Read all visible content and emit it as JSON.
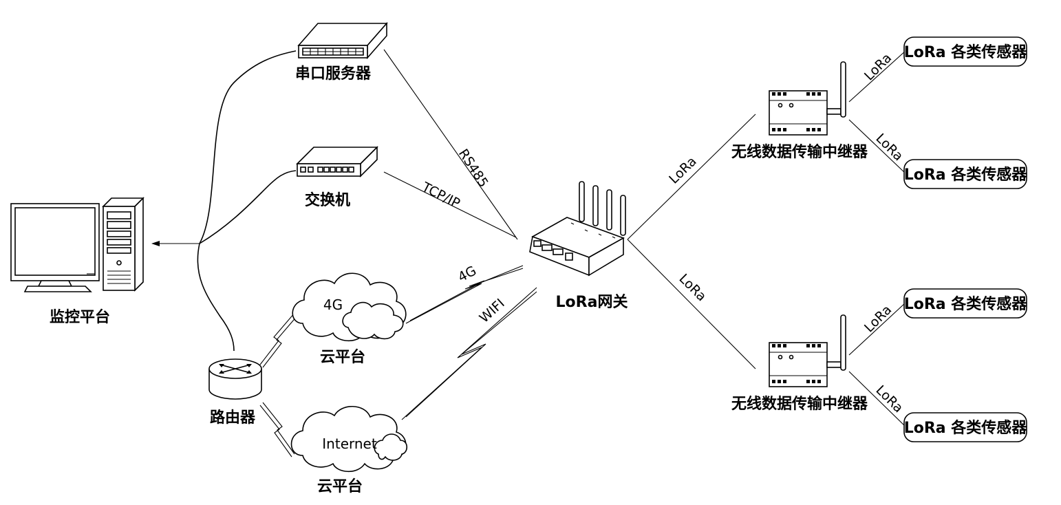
{
  "nodes": {
    "monitor_platform": "监控平台",
    "serial_server": "串口服务器",
    "switch": "交换机",
    "router": "路由器",
    "cloud_4g_text": "4G",
    "cloud_4g_label": "云平台",
    "cloud_internet_text": "Internet",
    "cloud_internet_label": "云平台",
    "gateway": "LoRa网关",
    "repeater_top": "无线数据传输中继器",
    "repeater_bottom": "无线数据传输中继器",
    "sensor_1": "LoRa 各类传感器",
    "sensor_2": "LoRa 各类传感器",
    "sensor_3": "LoRa 各类传感器",
    "sensor_4": "LoRa 各类传感器"
  },
  "links": {
    "rs485": "RS485",
    "tcpip": "TCP/IP",
    "g4": "4G",
    "wifi": "WIFI",
    "lora_gw_top": "LoRa",
    "lora_gw_bottom": "LoRa",
    "lora_s1": "LoRa",
    "lora_s2": "LoRa",
    "lora_s3": "LoRa",
    "lora_s4": "LoRa"
  }
}
